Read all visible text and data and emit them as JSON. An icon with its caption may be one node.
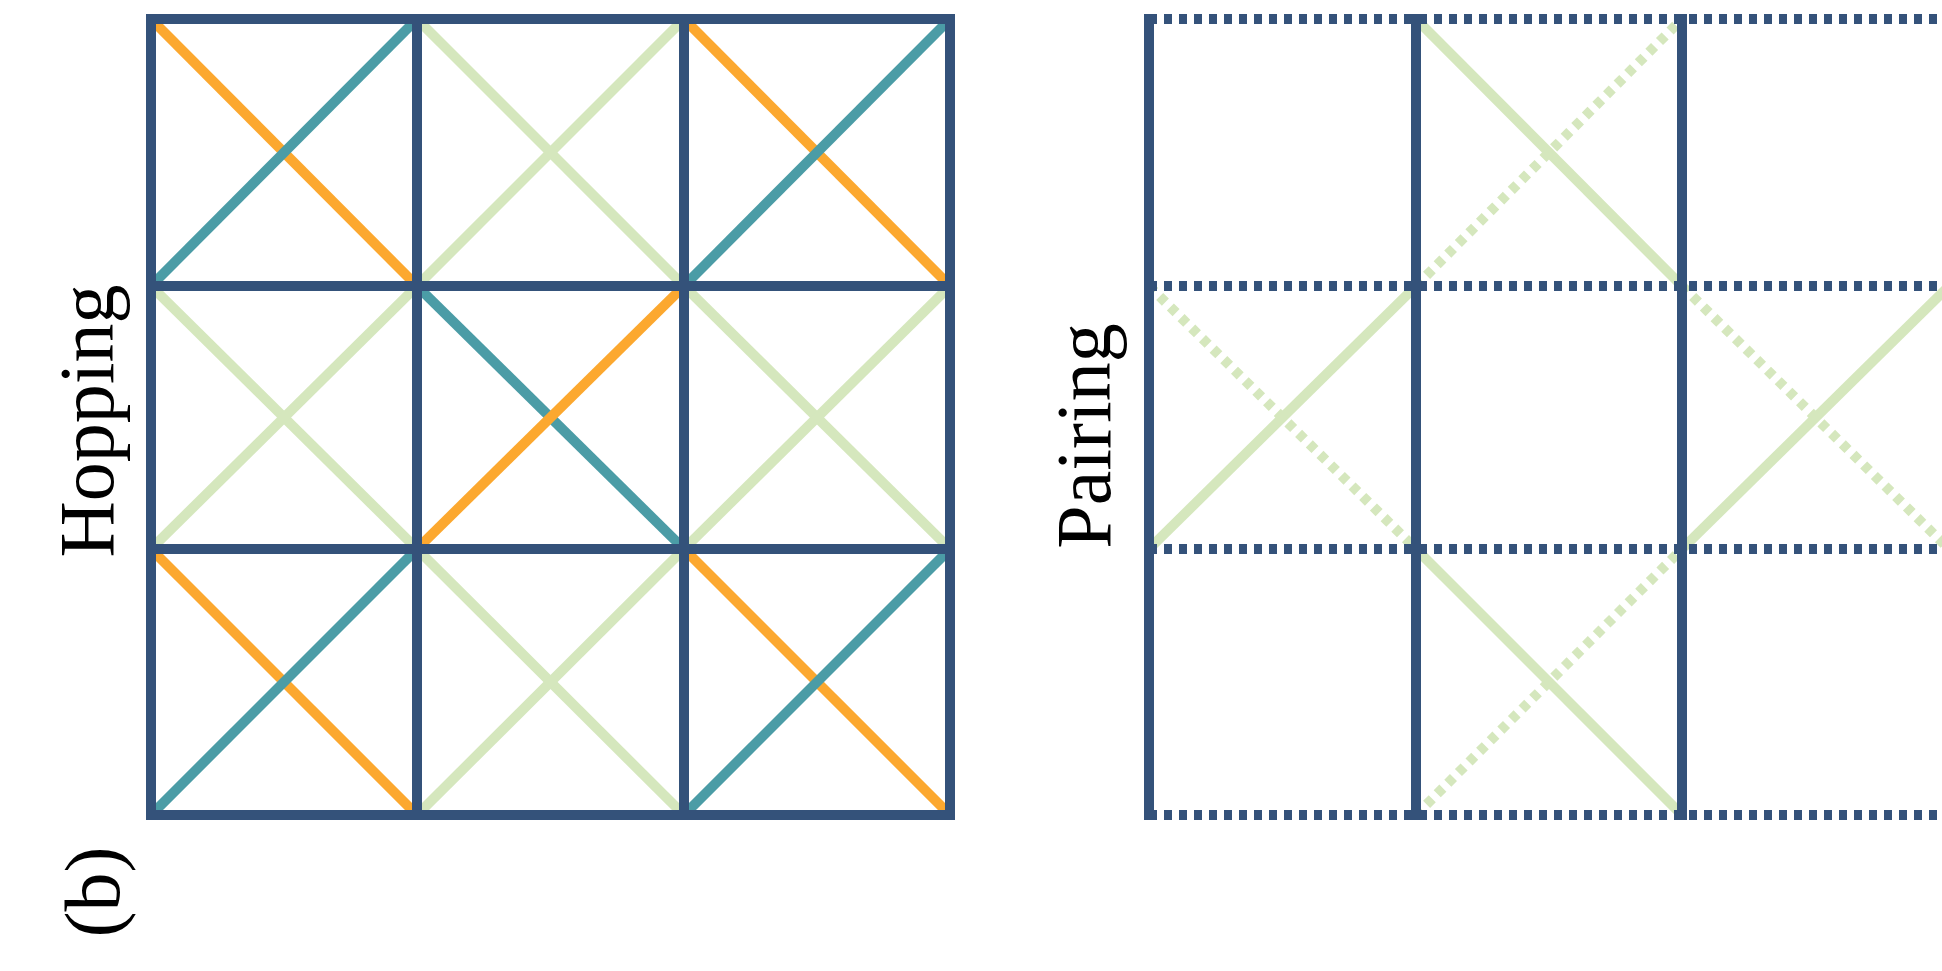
{
  "diagram": {
    "labels": [
      "Hopping",
      "Pairing",
      "(b)"
    ]
  }
}
